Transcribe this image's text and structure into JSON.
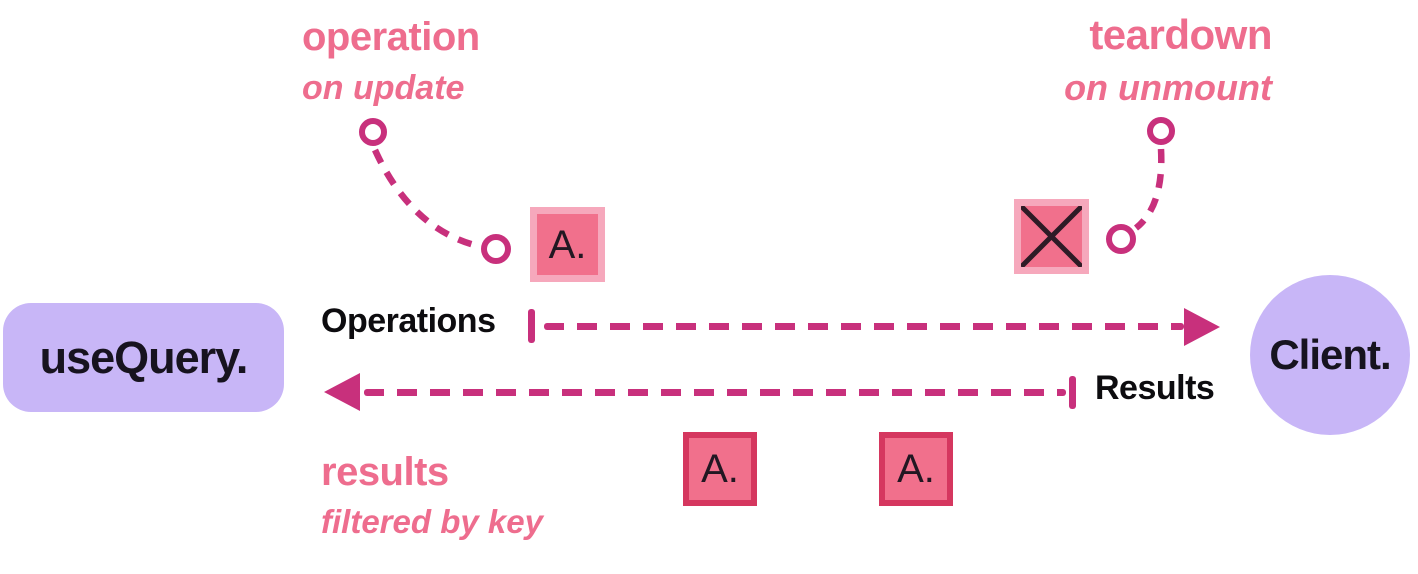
{
  "diagram": {
    "description": "Data flow between useQuery hook and Client with operations and results streams"
  },
  "colors": {
    "background": "#ffffff",
    "node_purple": "#c8b6f7",
    "node_text": "#17131f",
    "annotation_pink": "#ee6d8e",
    "arrow_magenta": "#c8307c",
    "packet_fill": "#f1708c",
    "packet_border_light": "#f6a8bc",
    "packet_border_dark": "#d5375f",
    "flow_label_black": "#0d0c0f",
    "x_mark": "#2e1b26"
  },
  "nodes": {
    "usequery": {
      "label": "useQuery."
    },
    "client": {
      "label": "Client."
    }
  },
  "annotations": {
    "operation": {
      "title": "operation",
      "subtitle": "on update"
    },
    "teardown": {
      "title": "teardown",
      "subtitle": "on unmount"
    },
    "results": {
      "title": "results",
      "subtitle": "filtered by key"
    }
  },
  "flows": {
    "operations": {
      "label": "Operations",
      "direction": "right"
    },
    "results": {
      "label": "Results",
      "direction": "left"
    }
  },
  "packets": {
    "operation": {
      "label": "A."
    },
    "teardown": {
      "label": "",
      "crossed_out": true,
      "icon": "x-icon"
    },
    "results": [
      {
        "label": "A."
      },
      {
        "label": "A."
      }
    ]
  }
}
